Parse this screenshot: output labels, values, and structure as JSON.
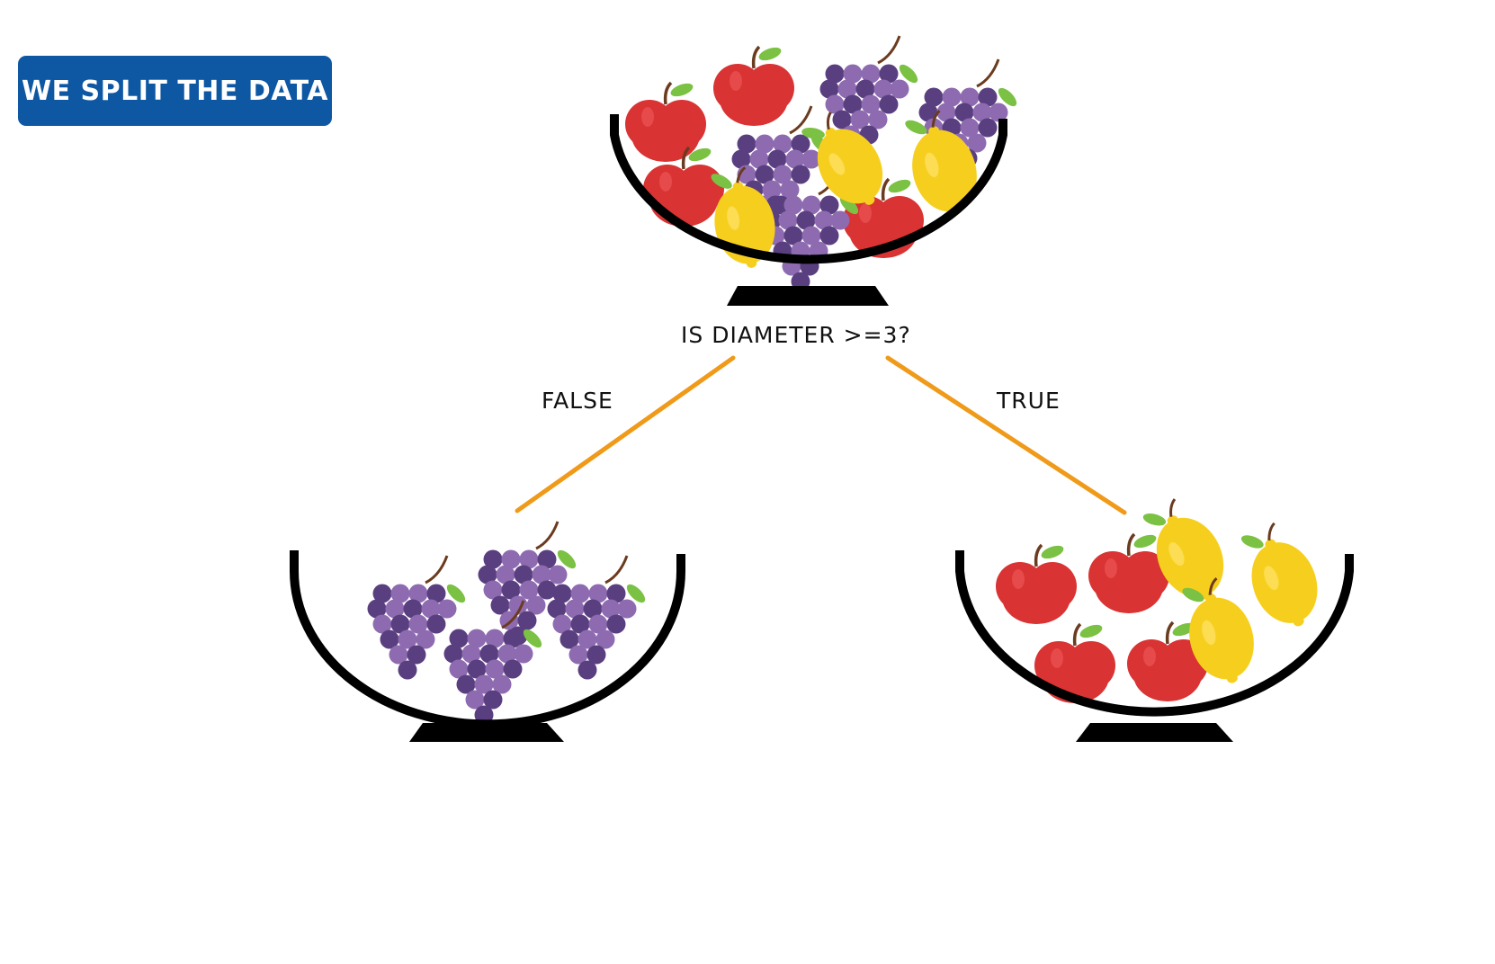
{
  "badge": {
    "text": "WE SPLIT THE DATA",
    "bg_color": "#0d57a3"
  },
  "question": "IS DIAMETER >=3?",
  "branches": {
    "false_label": "FALSE",
    "true_label": "TRUE",
    "line_color": "#f09a1a"
  },
  "bowls": {
    "root": {
      "contents": [
        "apple",
        "apple",
        "apple",
        "apple",
        "grapes",
        "grapes",
        "grapes",
        "grapes",
        "lemon",
        "lemon",
        "lemon"
      ]
    },
    "false_branch": {
      "contents": [
        "grapes",
        "grapes",
        "grapes",
        "grapes"
      ]
    },
    "true_branch": {
      "contents": [
        "apple",
        "apple",
        "apple",
        "apple",
        "lemon",
        "lemon",
        "lemon"
      ]
    }
  },
  "colors": {
    "apple": "#d93333",
    "apple_highlight": "#ee5a5a",
    "lemon": "#f6cf1e",
    "grape_light": "#8e6bb0",
    "grape_dark": "#5a3f80",
    "leaf": "#7bc143",
    "stem": "#6b3b1f"
  }
}
